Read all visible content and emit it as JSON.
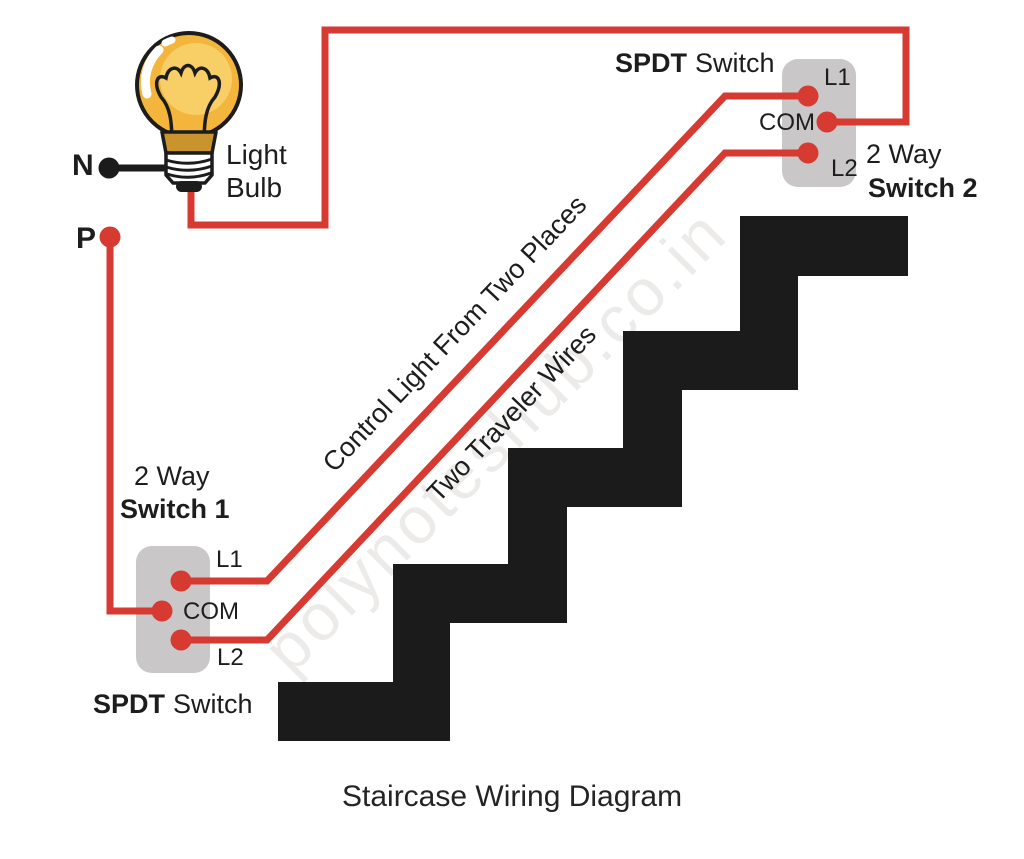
{
  "title": "Staircase Wiring Diagram",
  "watermark": "polynoteshub.co.in",
  "supply": {
    "neutral": "N",
    "phase": "P"
  },
  "bulb": {
    "label_line1": "Light",
    "label_line2": "Bulb"
  },
  "switch1": {
    "way": "2 Way",
    "name": "Switch 1",
    "type_bold": "SPDT",
    "type_rest": "Switch",
    "l1": "L1",
    "com": "COM",
    "l2": "L2"
  },
  "switch2": {
    "way": "2 Way",
    "name": "Switch 2",
    "type_bold": "SPDT",
    "type_rest": "Switch",
    "l1": "L1",
    "com": "COM",
    "l2": "L2"
  },
  "annotations": {
    "upper_wire": "Control Light From Two Places",
    "lower_wire": "Two Traveler Wires"
  },
  "colors": {
    "wire_red": "#d63a31",
    "stair_black": "#1b1b1b",
    "switch_gray": "#c9c7c7",
    "bulb_yellow": "#f4b53c",
    "bulb_yellow_light": "#f8ce66",
    "bulb_neck": "#c9942e",
    "text_dark": "#1d1d1d",
    "watermark_gray": "#ecebe9",
    "background": "#ffffff"
  }
}
